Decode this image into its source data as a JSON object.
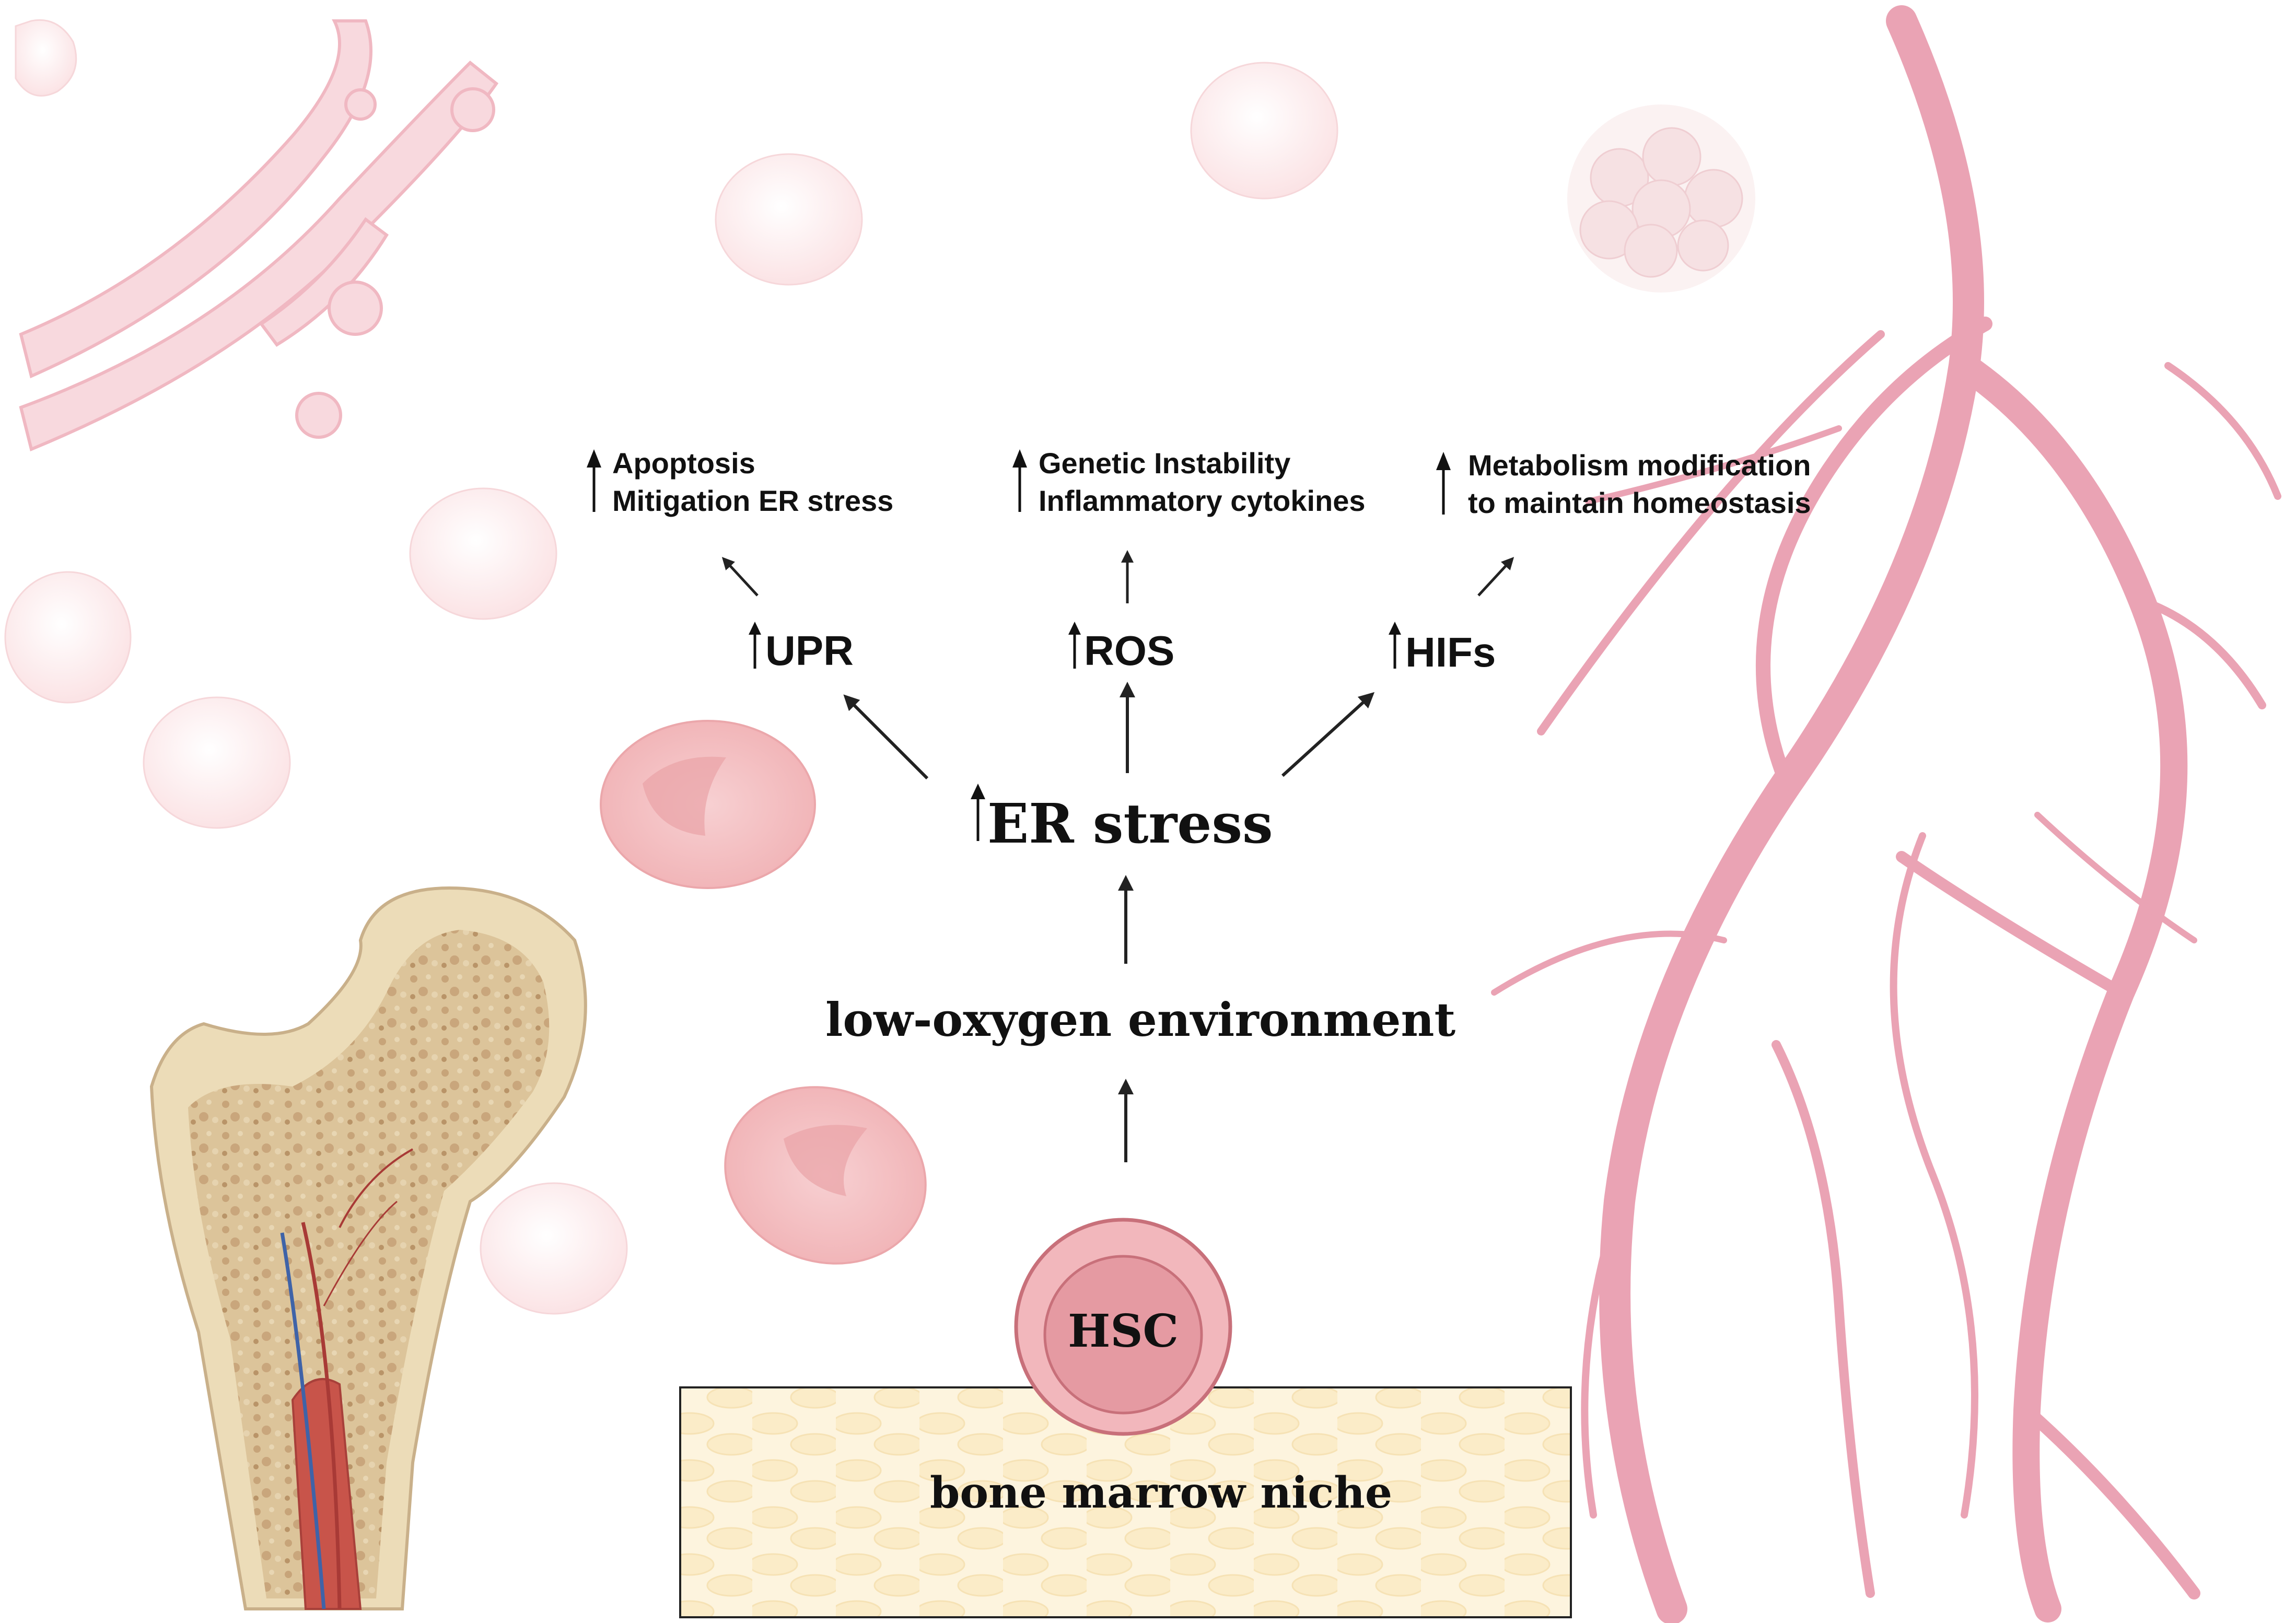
{
  "diagram": {
    "root": {
      "label": "HSC"
    },
    "niche": {
      "label": "bone marrow niche"
    },
    "stimulus": {
      "label": "low-oxygen environment"
    },
    "center": {
      "label": "ER stress",
      "direction": "up"
    },
    "branches": [
      {
        "label": "UPR",
        "direction": "up",
        "outcomes": [
          "Apoptosis",
          "Mitigation ER stress"
        ]
      },
      {
        "label": "ROS",
        "direction": "up",
        "outcomes": [
          "Genetic Instability",
          "Inflammatory cytokines"
        ]
      },
      {
        "label": "HIFs",
        "direction": "up",
        "outcomes": [
          "Metabolism modification",
          "to maintain homeostasis"
        ]
      }
    ]
  },
  "colors": {
    "text": "#111111",
    "arrow": "#222222",
    "vessel": "#e8a0b0",
    "hsc_outer": "#f2b7bc",
    "hsc_inner": "#e59aa2",
    "hsc_stroke": "#c8707a",
    "niche_fill": "#fdf3dc",
    "bone": "#ead8b2",
    "bone_spongy": "#c9a87c",
    "marrow": "#c8544a",
    "rbc": "#f4c2c4",
    "faint_cell": "#fbe9ea"
  }
}
